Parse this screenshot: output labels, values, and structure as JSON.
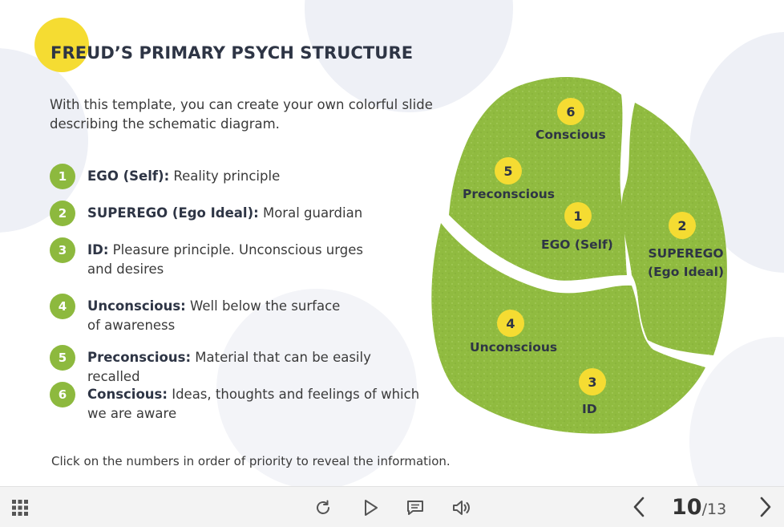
{
  "slide": {
    "title": "FREUD’S PRIMARY PSYCH STRUCTURE",
    "intro": "With this template, you can create your own colorful slide describing the schematic diagram.",
    "legend": [
      {
        "num": "1",
        "term": "EGO (Self):",
        "desc": " Reality principle"
      },
      {
        "num": "2",
        "term": "SUPEREGO (Ego Ideal):",
        "desc": " Moral guardian"
      },
      {
        "num": "3",
        "term": "ID:",
        "desc": " Pleasure principle. Unconscious urges and desires"
      },
      {
        "num": "4",
        "term": "Unconscious:",
        "desc": " Well below the surface of awareness"
      },
      {
        "num": "5",
        "term": "Preconscious:",
        "desc": " Material that can be easily recalled"
      },
      {
        "num": "6",
        "term": "Conscious:",
        "desc": " Ideas, thoughts and feelings of which we are aware"
      }
    ],
    "instruction": "Click on the numbers in order of priority to reveal the information."
  },
  "diagram": {
    "markers": [
      {
        "num": "6",
        "label": "Conscious"
      },
      {
        "num": "5",
        "label": "Preconscious"
      },
      {
        "num": "1",
        "label": "EGO (Self)"
      },
      {
        "num": "2",
        "label": "SUPEREGO\n(Ego Ideal)"
      },
      {
        "num": "4",
        "label": "Unconscious"
      },
      {
        "num": "3",
        "label": "ID"
      }
    ]
  },
  "toolbar": {
    "menu_icon": "grid-icon",
    "replay_icon": "replay-icon",
    "play_icon": "play-icon",
    "notes_icon": "notes-icon",
    "audio_icon": "speaker-icon",
    "prev_icon": "chevron-left-icon",
    "next_icon": "chevron-right-icon",
    "current_page": "10",
    "total_pages": "/13"
  },
  "colors": {
    "accent_yellow": "#f5dc32",
    "leaf_green": "#8db93e",
    "title_text": "#2e3545",
    "toolbar_bg": "#f3f3f3"
  }
}
